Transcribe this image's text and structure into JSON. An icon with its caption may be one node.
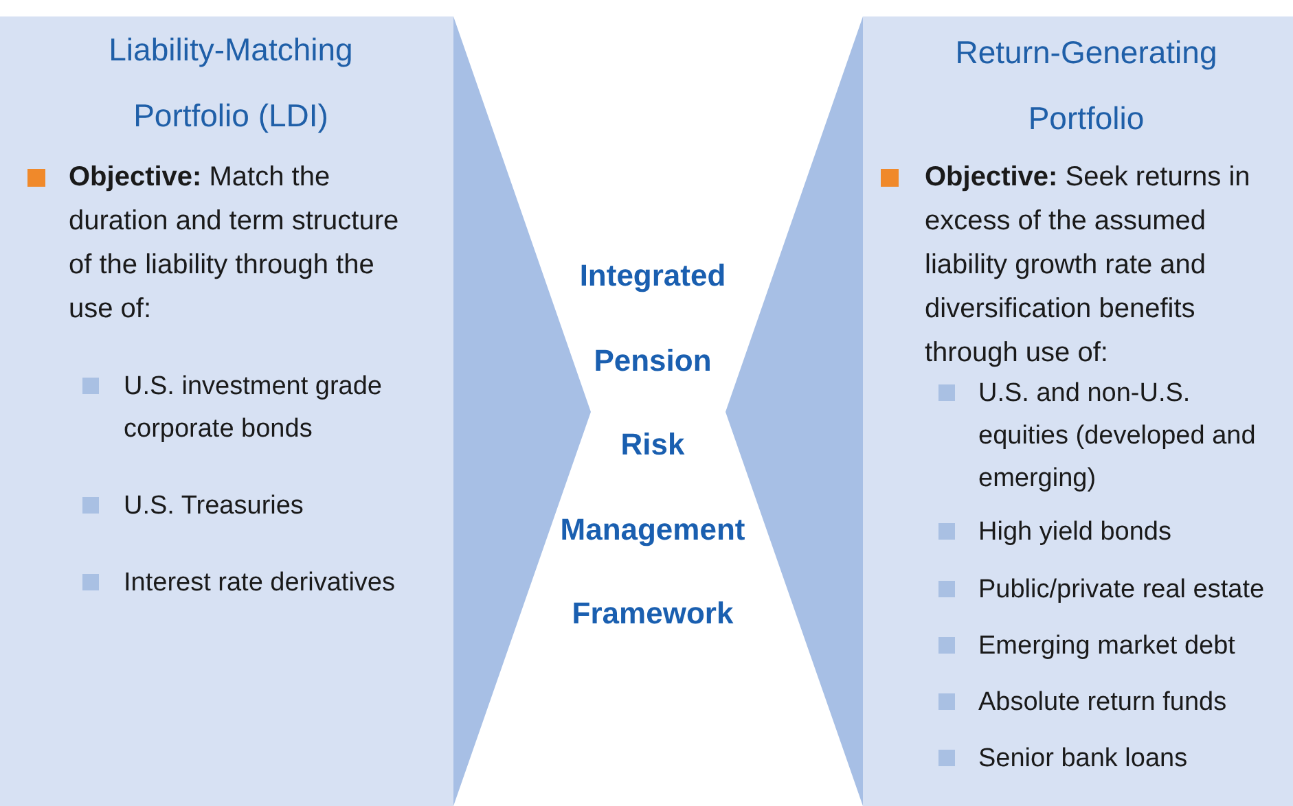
{
  "diagram": {
    "nodes": [
      {
        "text": [
          "Liability-Matching Portfolio (LDI)",
          "**Objective:** Match the duration and term structure of the liability through the use of:",
          "U.S. investment grade corporate bonds",
          "U.S. Treasuries",
          "Interest rate derivatives"
        ]
      },
      {
        "text": [],
        "shape": "triangle"
      },
      {
        "text": [],
        "shape": "triangle"
      },
      {
        "text": [
          "Return-Generating Portfolio",
          "**Objective:** Seek returns in excess of the assumed liability growth rate and diversification benefits through use of:",
          "U.S. and non-U.S. equities (developed and emerging)",
          "High yield bonds",
          "Public/private real estate",
          "Emerging market debt",
          "Absolute return funds",
          "Senior bank loans"
        ]
      }
    ],
    "labels": [
      "Integrated",
      "Pension",
      "Risk",
      "Management",
      "Framework"
    ]
  }
}
